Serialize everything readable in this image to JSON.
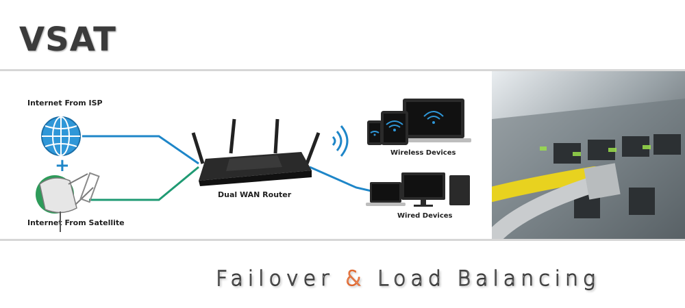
{
  "title": "VSAT",
  "diagram": {
    "label_isp": "Internet From ISP",
    "label_satellite": "Internet From Satellite",
    "label_router": "Dual WAN Router",
    "label_wireless": "Wireless Devices",
    "label_wired": "Wired Devices",
    "plus": "+",
    "colors": {
      "isp_link": "#1e86c8",
      "satellite_link": "#1f9a73",
      "wired_link": "#1e86c8"
    }
  },
  "tagline": {
    "part1": "Failover ",
    "amp": "&",
    "part2": " Load Balancing"
  },
  "colors": {
    "accent": "#e0642a",
    "title": "#3b3b3b",
    "divider": "#d6d6d6"
  }
}
